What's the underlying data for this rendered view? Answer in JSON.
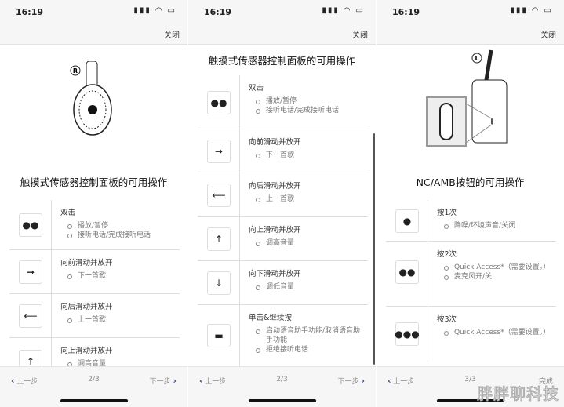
{
  "status": {
    "time": "16:19"
  },
  "header": {
    "close_label": "关闭"
  },
  "panels": [
    {
      "title": "触摸式传感器控制面板的可用操作",
      "side_label": "R",
      "rows": [
        {
          "icon": "double-tap",
          "symbol": "●●",
          "heading": "双击",
          "items": [
            "播放/暂停",
            "接听电话/完成接听电话"
          ]
        },
        {
          "icon": "swipe-forward",
          "symbol": "➞",
          "heading": "向前滑动并放开",
          "items": [
            "下一首歌"
          ]
        },
        {
          "icon": "swipe-back",
          "symbol": "⟵",
          "heading": "向后滑动并放开",
          "items": [
            "上一首歌"
          ]
        },
        {
          "icon": "swipe-up",
          "symbol": "↑",
          "heading": "向上滑动并放开",
          "items": [
            "调高音量"
          ]
        }
      ],
      "footer": {
        "prev": "上一步",
        "page": "2/3",
        "next": "下一步"
      }
    },
    {
      "title": "触摸式传感器控制面板的可用操作",
      "rows": [
        {
          "icon": "double-tap",
          "symbol": "●●",
          "heading": "双击",
          "items": [
            "播放/暂停",
            "接听电话/完成接听电话"
          ]
        },
        {
          "icon": "swipe-forward",
          "symbol": "➞",
          "heading": "向前滑动并放开",
          "items": [
            "下一首歌"
          ]
        },
        {
          "icon": "swipe-back",
          "symbol": "⟵",
          "heading": "向后滑动并放开",
          "items": [
            "上一首歌"
          ]
        },
        {
          "icon": "swipe-up",
          "symbol": "↑",
          "heading": "向上滑动并放开",
          "items": [
            "调高音量"
          ]
        },
        {
          "icon": "swipe-down",
          "symbol": "↓",
          "heading": "向下滑动并放开",
          "items": [
            "调低音量"
          ]
        },
        {
          "icon": "tap-hold",
          "symbol": "▬",
          "heading": "单击&继续按",
          "items": [
            "启动语音助手功能/取消语音助手功能",
            "拒绝接听电话"
          ]
        }
      ],
      "footer": {
        "prev": "上一步",
        "page": "2/3",
        "next": "下一步"
      }
    },
    {
      "title": "NC/AMB按钮的可用操作",
      "side_label": "L",
      "rows": [
        {
          "icon": "press-once",
          "symbol": "●",
          "heading": "按1次",
          "items": [
            "降噪/环境声音/关闭"
          ]
        },
        {
          "icon": "press-twice",
          "symbol": "●●",
          "heading": "按2次",
          "items": [
            "Quick Access*（需要设置。）",
            "麦克风开/关"
          ]
        },
        {
          "icon": "press-three",
          "symbol": "●●●",
          "heading": "按3次",
          "items": [
            "Quick Access*（需要设置。）"
          ]
        }
      ],
      "footer": {
        "prev": "上一步",
        "page": "3/3",
        "next": "完成"
      }
    }
  ],
  "watermark": "胖胖聊科技"
}
